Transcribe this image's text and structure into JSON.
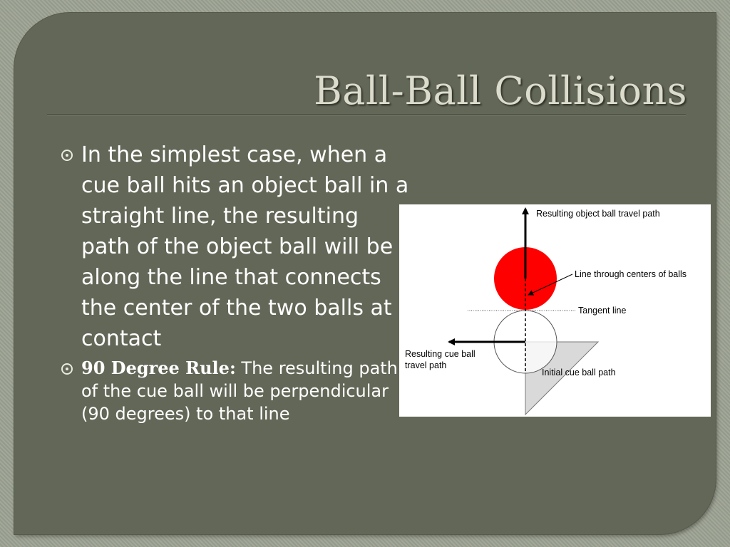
{
  "slide": {
    "title": "Ball-Ball Collisions",
    "bullets": [
      {
        "text": "In the simplest case, when a cue ball hits an object ball in a straight line, the resulting path of the object ball will be along the line that connects the center of the two balls at contact"
      },
      {
        "bold": "90 Degree Rule:",
        "text": " The resulting path of the cue ball will be perpendicular (90 degrees) to that line"
      }
    ]
  },
  "diagram": {
    "labels": {
      "object_path": "Resulting object ball travel path",
      "centers_line": "Line through centers of balls",
      "tangent": "Tangent line",
      "cue_path_line1": "Resulting cue ball",
      "cue_path_line2": "travel path",
      "initial_path": "Initial cue ball path"
    },
    "colors": {
      "object_ball": "#ff0000",
      "cue_ball": "#ffffff",
      "initial_path_fill": "#d9d9d9"
    }
  }
}
